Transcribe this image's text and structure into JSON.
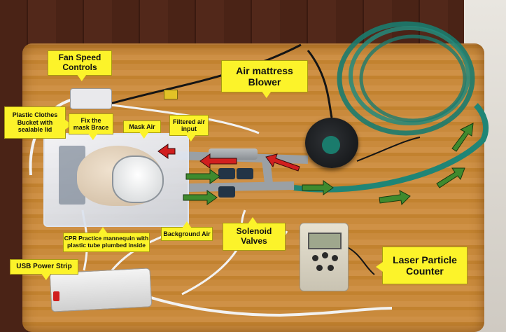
{
  "photo": {
    "labels": {
      "fan_speed_controls": "Fan Speed\nControls",
      "air_mattress_blower": "Air mattress\nBlower",
      "plastic_clothes_bucket": "Plastic Clothes\nBucket with\nsealable lid",
      "fix_mask_brace": "Fix the\nmask Brace",
      "mask_air": "Mask Air",
      "filtered_air_input": "Filtered air\ninput",
      "cpr_mannequin": "CPR Practice mannequin with\nplastic tube plumbed inside",
      "background_air": "Background Air",
      "solenoid_valves": "Solenoid\nValves",
      "laser_particle_counter": "Laser Particle\nCounter",
      "usb_power_strip": "USB Power Strip"
    },
    "arrow_colors": {
      "exhaust": "#d11f1f",
      "intake": "#3f8a2e"
    },
    "label_color": "#fcf32a"
  }
}
